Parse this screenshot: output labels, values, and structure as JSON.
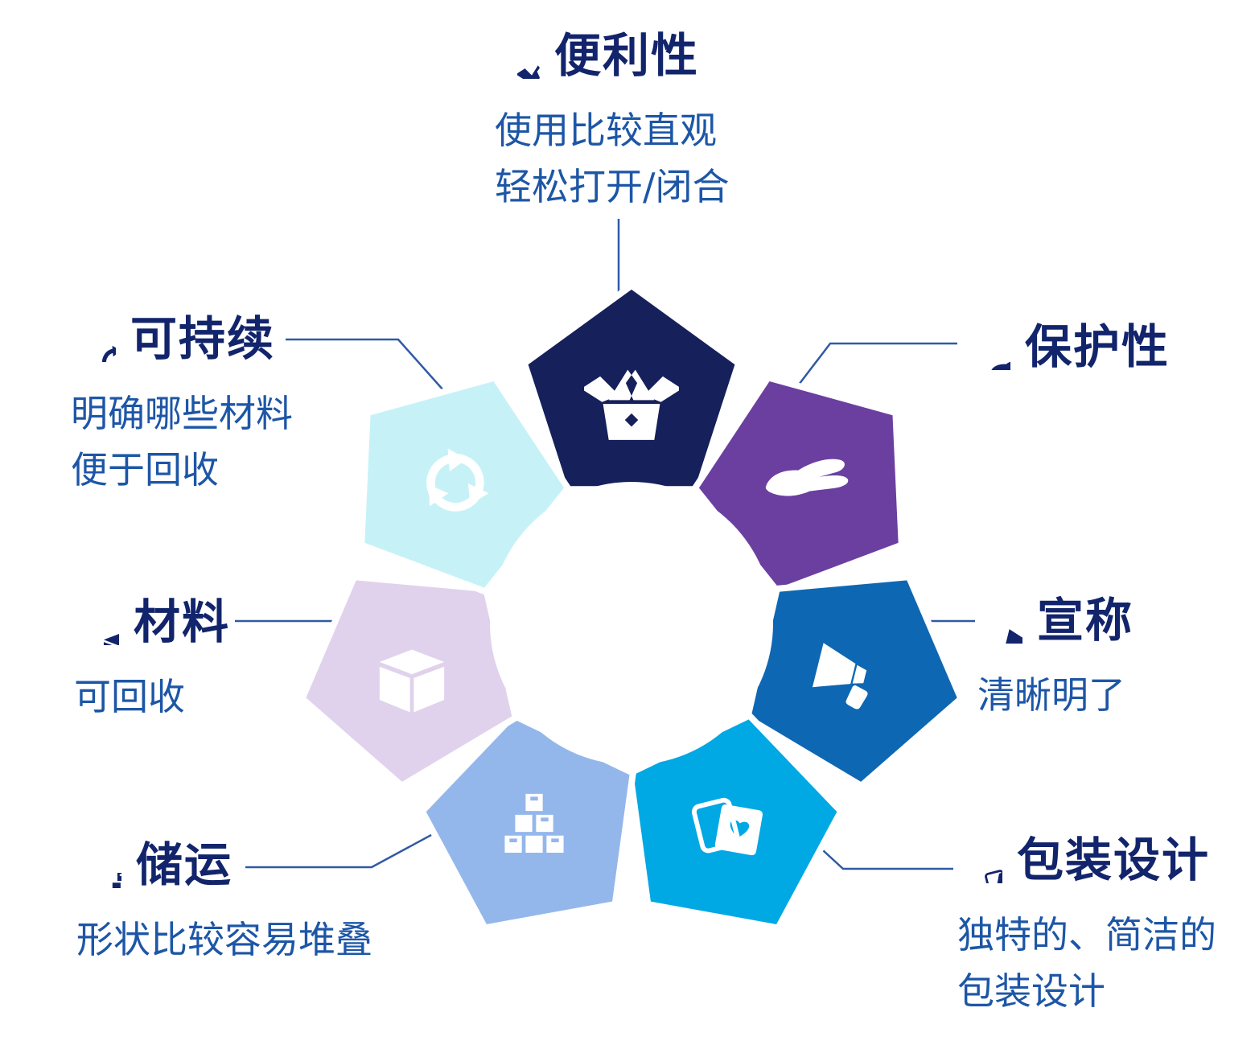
{
  "colors": {
    "title_color": "#12246b",
    "desc_color": "#1d56a6",
    "line_color": "#2f5aa5",
    "icon_on_petal": "#ffffff",
    "background": "#ffffff"
  },
  "petals": [
    {
      "name": "convenience",
      "color": "#16205b",
      "icon": "open-box-icon"
    },
    {
      "name": "protection",
      "color": "#6b3fa0",
      "icon": "hand-icon"
    },
    {
      "name": "claim",
      "color": "#0e67b3",
      "icon": "megaphone-icon"
    },
    {
      "name": "packaging-design",
      "color": "#00a8e4",
      "icon": "photos-icon"
    },
    {
      "name": "storage-transport",
      "color": "#94b7eb",
      "icon": "stacked-boxes-icon"
    },
    {
      "name": "material",
      "color": "#e0d2ec",
      "icon": "closed-box-icon"
    },
    {
      "name": "sustainability",
      "color": "#c6f2f7",
      "icon": "recycle-icon"
    }
  ],
  "labels": {
    "convenience": {
      "title": "便利性",
      "lines": [
        "使用比较直观",
        "轻松打开/闭合"
      ]
    },
    "protection": {
      "title": "保护性",
      "lines": []
    },
    "claim": {
      "title": "宣称",
      "lines": [
        "清晰明了"
      ]
    },
    "packaging": {
      "title": "包装设计",
      "lines": [
        "独特的、简洁的",
        "包装设计"
      ]
    },
    "storage": {
      "title": "储运",
      "lines": [
        "形状比较容易堆叠"
      ]
    },
    "material": {
      "title": "材料",
      "lines": [
        "可回收"
      ]
    },
    "sustainability": {
      "title": "可持续",
      "lines": [
        "明确哪些材料",
        "便于回收"
      ]
    }
  }
}
